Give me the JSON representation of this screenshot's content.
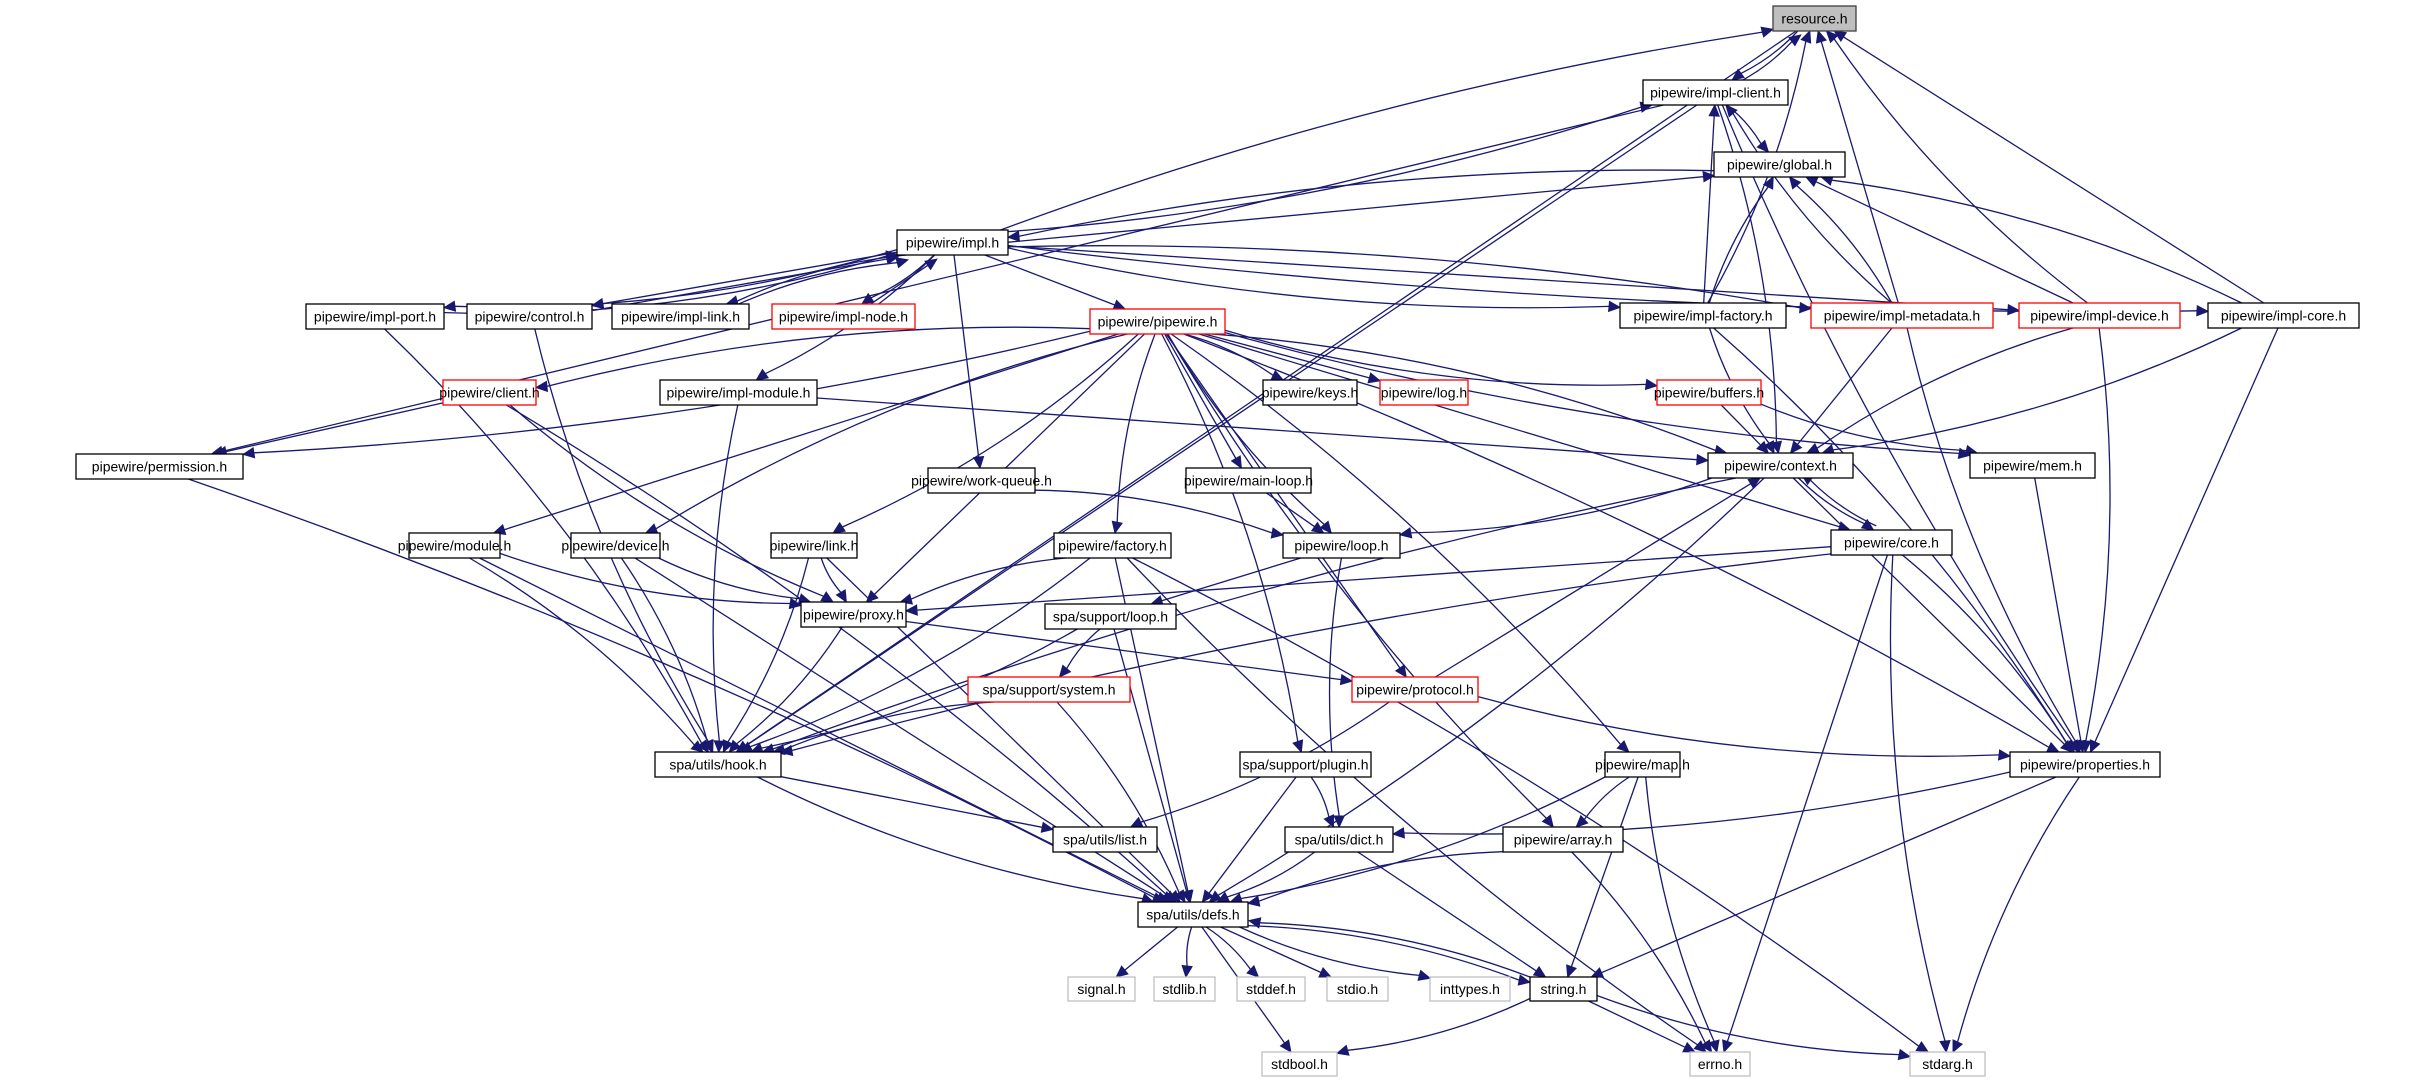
{
  "title": "resource.h include dependency graph",
  "colors": {
    "edge": "#191970",
    "documented_border": "#000000",
    "undocumented_border": "#ff0000",
    "system_border": "#bfbfbf",
    "root_fill": "#bfbfbf"
  },
  "nodes": [
    {
      "id": "resource",
      "label": "resource.h",
      "kind": "root"
    },
    {
      "id": "impl_client",
      "label": "pipewire/impl-client.h",
      "kind": "normal"
    },
    {
      "id": "global",
      "label": "pipewire/global.h",
      "kind": "normal"
    },
    {
      "id": "impl",
      "label": "pipewire/impl.h",
      "kind": "normal"
    },
    {
      "id": "impl_port",
      "label": "pipewire/impl-port.h",
      "kind": "normal"
    },
    {
      "id": "control",
      "label": "pipewire/control.h",
      "kind": "normal"
    },
    {
      "id": "impl_link",
      "label": "pipewire/impl-link.h",
      "kind": "normal"
    },
    {
      "id": "impl_node",
      "label": "pipewire/impl-node.h",
      "kind": "red"
    },
    {
      "id": "pipewire",
      "label": "pipewire/pipewire.h",
      "kind": "red"
    },
    {
      "id": "impl_factory",
      "label": "pipewire/impl-factory.h",
      "kind": "normal"
    },
    {
      "id": "impl_metadata",
      "label": "pipewire/impl-metadata.h",
      "kind": "red"
    },
    {
      "id": "impl_device",
      "label": "pipewire/impl-device.h",
      "kind": "red"
    },
    {
      "id": "impl_core",
      "label": "pipewire/impl-core.h",
      "kind": "normal"
    },
    {
      "id": "client",
      "label": "pipewire/client.h",
      "kind": "red"
    },
    {
      "id": "impl_module",
      "label": "pipewire/impl-module.h",
      "kind": "normal"
    },
    {
      "id": "keys",
      "label": "pipewire/keys.h",
      "kind": "normal"
    },
    {
      "id": "log",
      "label": "pipewire/log.h",
      "kind": "red"
    },
    {
      "id": "buffers",
      "label": "pipewire/buffers.h",
      "kind": "red"
    },
    {
      "id": "permission",
      "label": "pipewire/permission.h",
      "kind": "normal"
    },
    {
      "id": "work_queue",
      "label": "pipewire/work-queue.h",
      "kind": "normal"
    },
    {
      "id": "main_loop",
      "label": "pipewire/main-loop.h",
      "kind": "normal"
    },
    {
      "id": "context",
      "label": "pipewire/context.h",
      "kind": "normal"
    },
    {
      "id": "mem",
      "label": "pipewire/mem.h",
      "kind": "normal"
    },
    {
      "id": "module",
      "label": "pipewire/module.h",
      "kind": "normal"
    },
    {
      "id": "device",
      "label": "pipewire/device.h",
      "kind": "normal"
    },
    {
      "id": "link",
      "label": "pipewire/link.h",
      "kind": "normal"
    },
    {
      "id": "factory",
      "label": "pipewire/factory.h",
      "kind": "normal"
    },
    {
      "id": "loop",
      "label": "pipewire/loop.h",
      "kind": "normal"
    },
    {
      "id": "core",
      "label": "pipewire/core.h",
      "kind": "normal"
    },
    {
      "id": "proxy",
      "label": "pipewire/proxy.h",
      "kind": "normal"
    },
    {
      "id": "spa_loop",
      "label": "spa/support/loop.h",
      "kind": "normal"
    },
    {
      "id": "spa_system",
      "label": "spa/support/system.h",
      "kind": "red"
    },
    {
      "id": "protocol",
      "label": "pipewire/protocol.h",
      "kind": "red"
    },
    {
      "id": "hook",
      "label": "spa/utils/hook.h",
      "kind": "normal"
    },
    {
      "id": "plugin",
      "label": "spa/support/plugin.h",
      "kind": "normal"
    },
    {
      "id": "map",
      "label": "pipewire/map.h",
      "kind": "normal"
    },
    {
      "id": "properties",
      "label": "pipewire/properties.h",
      "kind": "normal"
    },
    {
      "id": "list",
      "label": "spa/utils/list.h",
      "kind": "normal"
    },
    {
      "id": "dict",
      "label": "spa/utils/dict.h",
      "kind": "normal"
    },
    {
      "id": "array",
      "label": "pipewire/array.h",
      "kind": "normal"
    },
    {
      "id": "defs",
      "label": "spa/utils/defs.h",
      "kind": "normal"
    },
    {
      "id": "signal",
      "label": "signal.h",
      "kind": "sys"
    },
    {
      "id": "stdlib",
      "label": "stdlib.h",
      "kind": "sys"
    },
    {
      "id": "stddef",
      "label": "stddef.h",
      "kind": "sys"
    },
    {
      "id": "stdio",
      "label": "stdio.h",
      "kind": "sys"
    },
    {
      "id": "inttypes",
      "label": "inttypes.h",
      "kind": "sys"
    },
    {
      "id": "string",
      "label": "string.h",
      "kind": "normal"
    },
    {
      "id": "stdbool",
      "label": "stdbool.h",
      "kind": "sys"
    },
    {
      "id": "errno",
      "label": "errno.h",
      "kind": "sys"
    },
    {
      "id": "stdarg",
      "label": "stdarg.h",
      "kind": "sys"
    }
  ],
  "edges": [
    [
      "resource",
      "impl_client"
    ],
    [
      "resource",
      "hook"
    ],
    [
      "impl_client",
      "resource"
    ],
    [
      "impl_client",
      "global"
    ],
    [
      "impl_client",
      "permission"
    ],
    [
      "impl_client",
      "properties"
    ],
    [
      "impl_client",
      "context"
    ],
    [
      "impl_client",
      "hook"
    ],
    [
      "global",
      "impl"
    ],
    [
      "impl",
      "resource"
    ],
    [
      "impl",
      "global"
    ],
    [
      "impl",
      "impl_client"
    ],
    [
      "impl",
      "impl_port"
    ],
    [
      "impl",
      "control"
    ],
    [
      "impl",
      "impl_link"
    ],
    [
      "impl",
      "impl_node"
    ],
    [
      "impl",
      "pipewire"
    ],
    [
      "impl",
      "impl_factory"
    ],
    [
      "impl",
      "impl_metadata"
    ],
    [
      "impl",
      "impl_device"
    ],
    [
      "impl",
      "impl_core"
    ],
    [
      "impl",
      "impl_module"
    ],
    [
      "impl",
      "work_queue"
    ],
    [
      "impl_port",
      "impl"
    ],
    [
      "impl_port",
      "hook"
    ],
    [
      "control",
      "impl"
    ],
    [
      "control",
      "hook"
    ],
    [
      "impl_link",
      "impl"
    ],
    [
      "impl_node",
      "impl"
    ],
    [
      "impl_factory",
      "resource"
    ],
    [
      "impl_factory",
      "global"
    ],
    [
      "impl_factory",
      "impl_client"
    ],
    [
      "impl_factory",
      "context"
    ],
    [
      "impl_factory",
      "properties"
    ],
    [
      "impl_metadata",
      "resource"
    ],
    [
      "impl_metadata",
      "global"
    ],
    [
      "impl_metadata",
      "impl_client"
    ],
    [
      "impl_metadata",
      "context"
    ],
    [
      "impl_metadata",
      "properties"
    ],
    [
      "impl_device",
      "resource"
    ],
    [
      "impl_device",
      "global"
    ],
    [
      "impl_device",
      "context"
    ],
    [
      "impl_device",
      "properties"
    ],
    [
      "impl_core",
      "resource"
    ],
    [
      "impl_core",
      "global"
    ],
    [
      "impl_core",
      "context"
    ],
    [
      "impl_core",
      "properties"
    ],
    [
      "pipewire",
      "client"
    ],
    [
      "pipewire",
      "permission"
    ],
    [
      "pipewire",
      "module"
    ],
    [
      "pipewire",
      "device"
    ],
    [
      "pipewire",
      "link"
    ],
    [
      "pipewire",
      "proxy"
    ],
    [
      "pipewire",
      "factory"
    ],
    [
      "pipewire",
      "plugin"
    ],
    [
      "pipewire",
      "main_loop"
    ],
    [
      "pipewire",
      "loop"
    ],
    [
      "pipewire",
      "keys"
    ],
    [
      "pipewire",
      "log"
    ],
    [
      "pipewire",
      "buffers"
    ],
    [
      "pipewire",
      "context"
    ],
    [
      "pipewire",
      "protocol"
    ],
    [
      "pipewire",
      "array"
    ],
    [
      "pipewire",
      "map"
    ],
    [
      "pipewire",
      "core"
    ],
    [
      "pipewire",
      "mem"
    ],
    [
      "pipewire",
      "properties"
    ],
    [
      "client",
      "permission"
    ],
    [
      "client",
      "proxy"
    ],
    [
      "client",
      "defs"
    ],
    [
      "impl_module",
      "context"
    ],
    [
      "impl_module",
      "hook"
    ],
    [
      "permission",
      "defs"
    ],
    [
      "buffers",
      "context"
    ],
    [
      "buffers",
      "mem"
    ],
    [
      "work_queue",
      "loop"
    ],
    [
      "main_loop",
      "loop"
    ],
    [
      "context",
      "core"
    ],
    [
      "context",
      "loop"
    ],
    [
      "context",
      "properties"
    ],
    [
      "context",
      "hook"
    ],
    [
      "context",
      "defs"
    ],
    [
      "mem",
      "properties"
    ],
    [
      "module",
      "proxy"
    ],
    [
      "module",
      "hook"
    ],
    [
      "module",
      "defs"
    ],
    [
      "device",
      "proxy"
    ],
    [
      "device",
      "hook"
    ],
    [
      "device",
      "defs"
    ],
    [
      "link",
      "proxy"
    ],
    [
      "link",
      "hook"
    ],
    [
      "link",
      "defs"
    ],
    [
      "factory",
      "proxy"
    ],
    [
      "factory",
      "hook"
    ],
    [
      "factory",
      "defs"
    ],
    [
      "factory",
      "errno"
    ],
    [
      "factory",
      "stdarg"
    ],
    [
      "loop",
      "spa_loop"
    ],
    [
      "loop",
      "dict"
    ],
    [
      "core",
      "context"
    ],
    [
      "core",
      "proxy"
    ],
    [
      "core",
      "hook"
    ],
    [
      "core",
      "properties"
    ],
    [
      "core",
      "errno"
    ],
    [
      "core",
      "stdarg"
    ],
    [
      "proxy",
      "hook"
    ],
    [
      "proxy",
      "protocol"
    ],
    [
      "spa_loop",
      "spa_system"
    ],
    [
      "spa_loop",
      "hook"
    ],
    [
      "spa_loop",
      "defs"
    ],
    [
      "spa_system",
      "hook"
    ],
    [
      "spa_system",
      "defs"
    ],
    [
      "protocol",
      "context"
    ],
    [
      "protocol",
      "properties"
    ],
    [
      "protocol",
      "list"
    ],
    [
      "hook",
      "list"
    ],
    [
      "hook",
      "defs"
    ],
    [
      "plugin",
      "dict"
    ],
    [
      "plugin",
      "defs"
    ],
    [
      "map",
      "array"
    ],
    [
      "map",
      "defs"
    ],
    [
      "map",
      "string"
    ],
    [
      "map",
      "errno"
    ],
    [
      "properties",
      "dict"
    ],
    [
      "properties",
      "string"
    ],
    [
      "properties",
      "stdarg"
    ],
    [
      "dict",
      "defs"
    ],
    [
      "dict",
      "string"
    ],
    [
      "array",
      "defs"
    ],
    [
      "array",
      "errno"
    ],
    [
      "defs",
      "signal"
    ],
    [
      "defs",
      "stdlib"
    ],
    [
      "defs",
      "stddef"
    ],
    [
      "defs",
      "stdio"
    ],
    [
      "defs",
      "inttypes"
    ],
    [
      "defs",
      "string"
    ],
    [
      "defs",
      "stdbool"
    ],
    [
      "string",
      "defs"
    ],
    [
      "string",
      "stdbool"
    ],
    [
      "string",
      "errno"
    ],
    [
      "string",
      "stdarg"
    ]
  ]
}
